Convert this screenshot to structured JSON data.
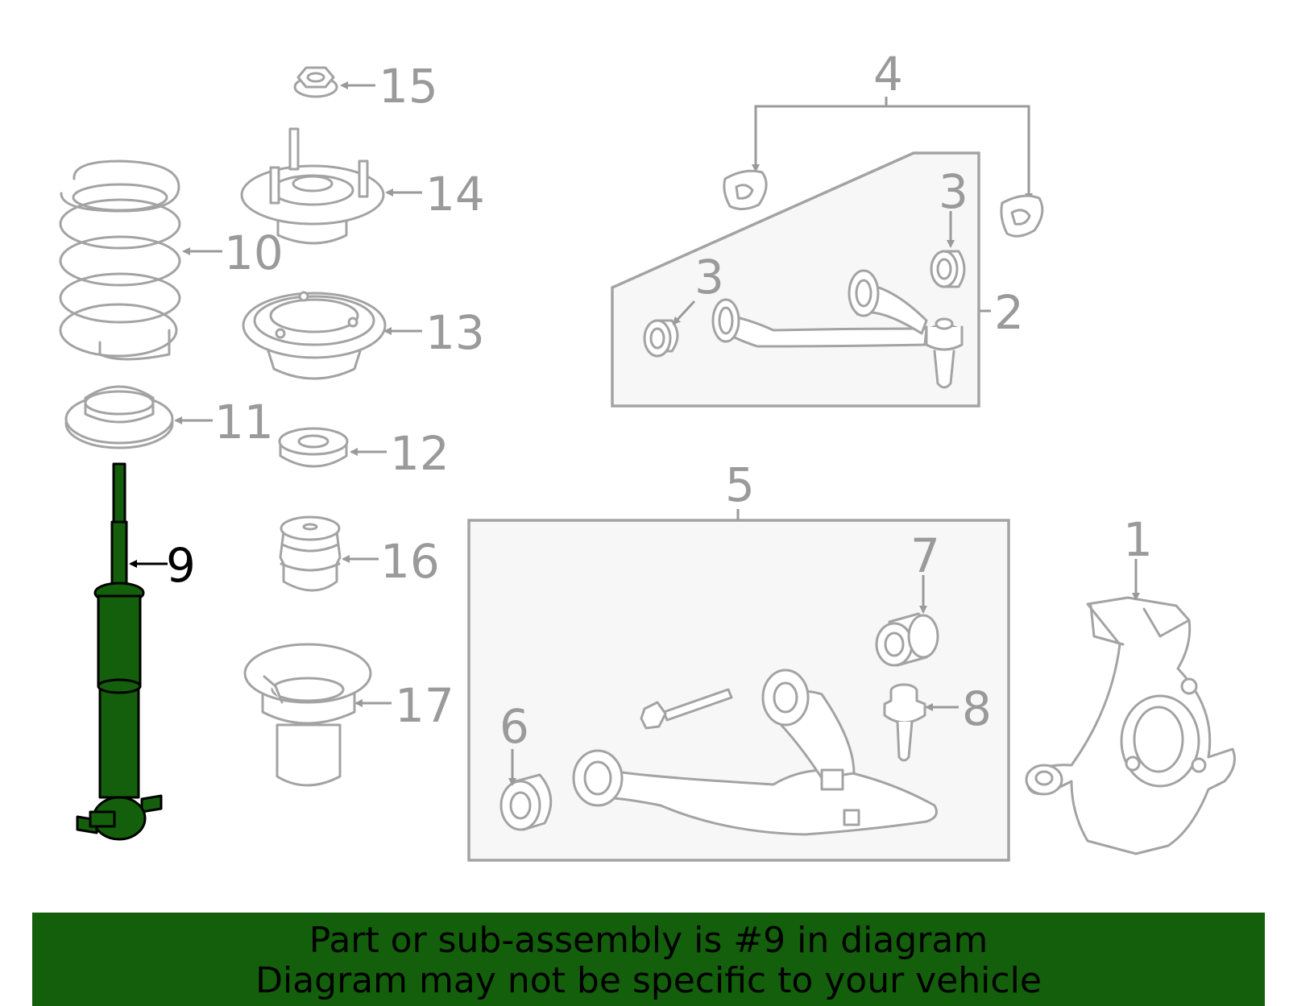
{
  "diagram": {
    "highlight_color": "#135f0b",
    "highlighted_part": "9",
    "callouts": [
      "1",
      "2",
      "3",
      "3",
      "4",
      "5",
      "6",
      "7",
      "8",
      "9",
      "10",
      "11",
      "12",
      "13",
      "14",
      "15",
      "16",
      "17"
    ]
  },
  "banner": {
    "line1": "Part or sub-assembly is #9 in diagram",
    "line2": "Diagram may not be specific to your vehicle",
    "background": "#135f0b"
  }
}
